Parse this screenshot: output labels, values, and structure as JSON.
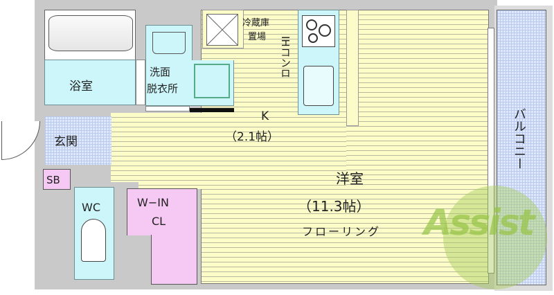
{
  "rooms": {
    "bath": "浴室",
    "washroom": [
      "洗面",
      "脱衣所"
    ],
    "fridge": [
      "冷蔵庫",
      "置場"
    ],
    "stove": "IHコンロ",
    "kitchen": {
      "name": "K",
      "size": "（2.1帖）"
    },
    "western": {
      "name": "洋室",
      "size": "（11.3帖）",
      "floor": "フローリング"
    },
    "entrance": "玄関",
    "shoebox": "SB",
    "toilet": "WC",
    "closet": [
      "W−IN",
      "CL"
    ],
    "balcony": "バルコニー"
  },
  "watermark": "Assist",
  "colors": {
    "wet": "#cdf6fb",
    "floor": "#fcfcc8",
    "closet": "#f6c8f4",
    "wall": "#c9c9c9",
    "logo": "#a8cc5a"
  }
}
